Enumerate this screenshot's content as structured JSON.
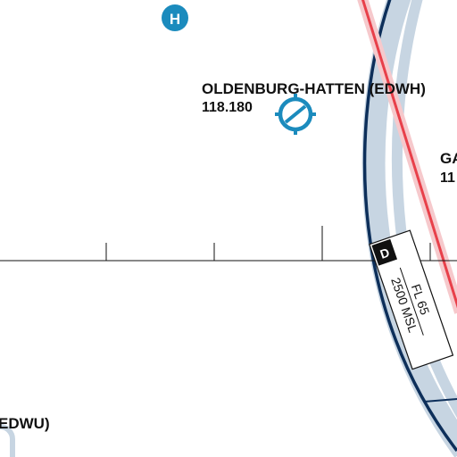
{
  "map": {
    "airfields": [
      {
        "name": "OLDENBURG-HATTEN (EDWH)",
        "frequency": "118.180"
      },
      {
        "name": "GA",
        "frequency": "11"
      },
      {
        "name": "EDWU)",
        "frequency": ""
      }
    ],
    "airspace_label": {
      "class": "D",
      "upper_limit": "FL 65",
      "lower_limit": "2500 MSL"
    },
    "heliport_symbol": "H",
    "colors": {
      "airspace_boundary": "#0d2f5a",
      "airspace_band": "#c7d5e2",
      "route_line": "#e8404a",
      "route_band": "#f6c9cc",
      "airfield_symbol": "#1b8bbd",
      "text": "#111111"
    }
  }
}
